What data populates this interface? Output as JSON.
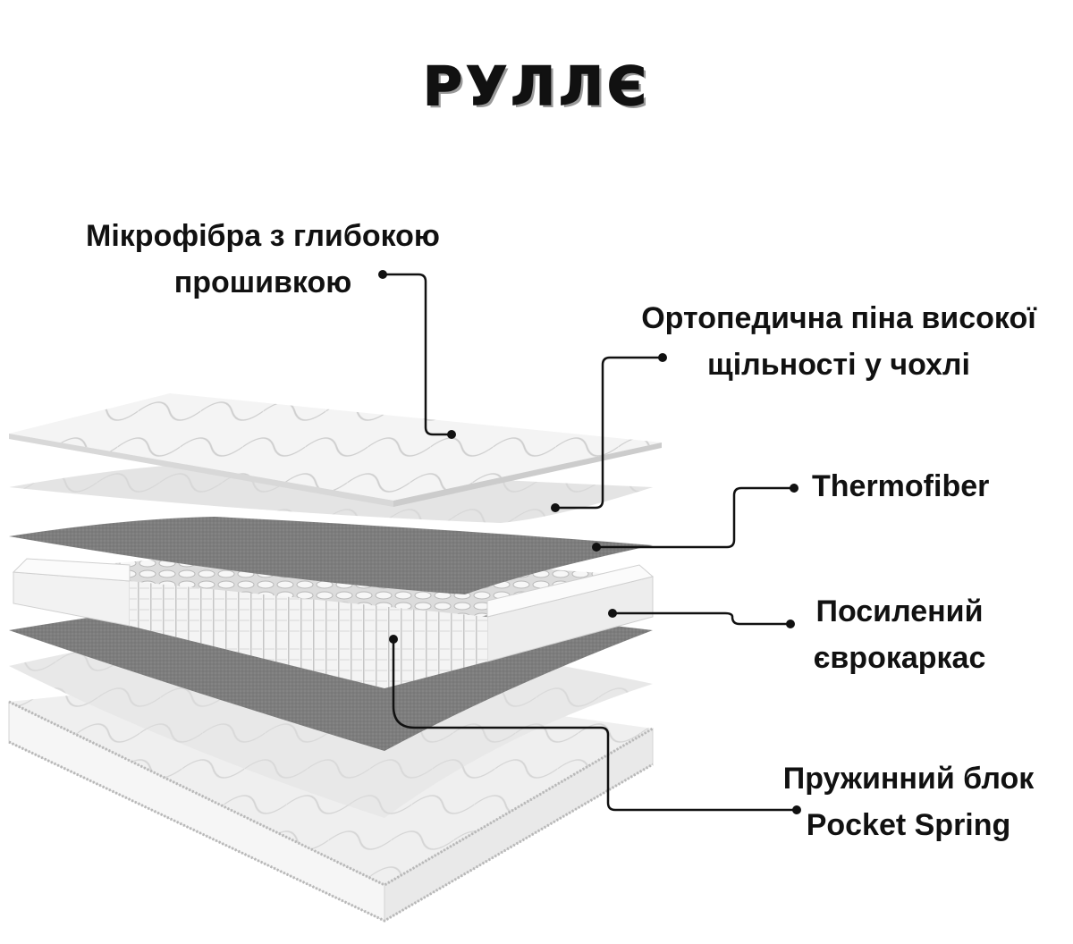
{
  "title": "РУЛЛЄ",
  "layers": [
    {
      "lines": [
        "Мікрофібра з глибокою",
        "прошивкою"
      ]
    },
    {
      "lines": [
        "Ортопедична піна високої",
        "щільності у чохлі"
      ]
    },
    {
      "lines": [
        "Thermofiber"
      ]
    },
    {
      "lines": [
        "Посилений",
        "єврокаркас"
      ]
    },
    {
      "lines": [
        "Пружинний блок",
        "Pocket Spring"
      ]
    }
  ],
  "colors": {
    "background": "#ffffff",
    "text": "#111111",
    "fabric": "#f2f2f2",
    "foam": "#e6e6e6",
    "felt": "#7a7a7a",
    "spring": "#ededed"
  }
}
